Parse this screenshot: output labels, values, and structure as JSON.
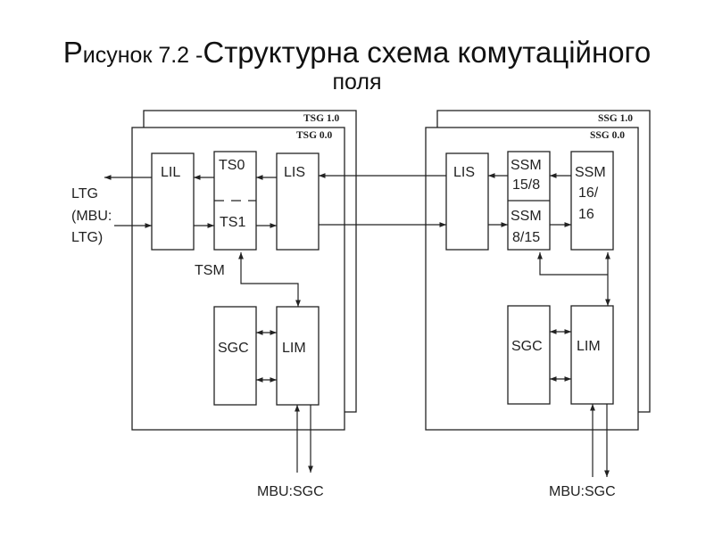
{
  "title": {
    "line1_first": "Р",
    "line1_rest": "исунок 7.2 -",
    "line1_big": "Структурна схема комутаційного",
    "line2": "поля"
  },
  "left_group": {
    "back_frame": "TSG 1.0",
    "front_frame": "TSG 0.0",
    "lil": "LIL",
    "ts0": "TS0",
    "ts1": "TS1",
    "lis": "LIS",
    "tsm": "TSM",
    "sgc": "SGC",
    "lim": "LIM",
    "ext_ltg_1": "LTG",
    "ext_ltg_2": "(MBU:",
    "ext_ltg_3": "LTG)",
    "mbu_sgc": "MBU:SGC"
  },
  "right_group": {
    "back_frame": "SSG 1.0",
    "front_frame": "SSG 0.0",
    "lis": "LIS",
    "ssm_a1": "SSM",
    "ssm_a2": "15/8",
    "ssm_b1": "SSM",
    "ssm_b2": "8/15",
    "ssm_c1": "SSM",
    "ssm_c2": "16/",
    "ssm_c3": "16",
    "sgc": "SGC",
    "lim": "LIM",
    "mbu_sgc": "MBU:SGC"
  }
}
